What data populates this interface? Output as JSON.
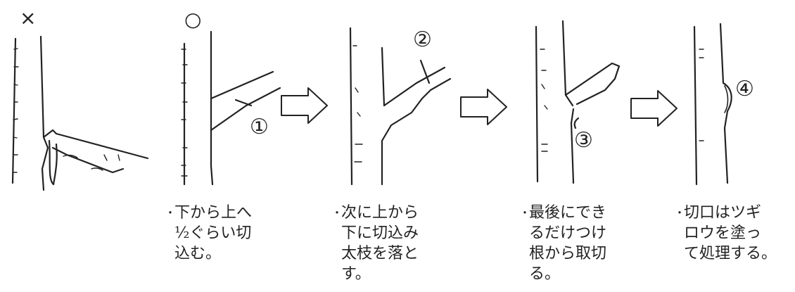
{
  "marks": {
    "wrong": "×",
    "right": "○"
  },
  "step_numbers": {
    "s1": "①",
    "s2": "②",
    "s3": "③",
    "s4": "④"
  },
  "captions": {
    "c1": {
      "bullet": "・",
      "lines": [
        "下から上へ",
        "½ぐらい切",
        "込む。"
      ]
    },
    "c2": {
      "bullet": "・",
      "lines": [
        "次に上から",
        "下に切込み",
        "太枝を落と",
        "す。"
      ]
    },
    "c3": {
      "bullet": "・",
      "lines": [
        "最後にでき",
        "るだけつけ",
        "根から取切",
        "る。"
      ]
    },
    "c4": {
      "bullet": "・",
      "lines": [
        "切口はツギ",
        "ロウを塗っ",
        "て処理する。"
      ]
    }
  },
  "colors": {
    "ink": "#222222",
    "background": "#ffffff"
  }
}
